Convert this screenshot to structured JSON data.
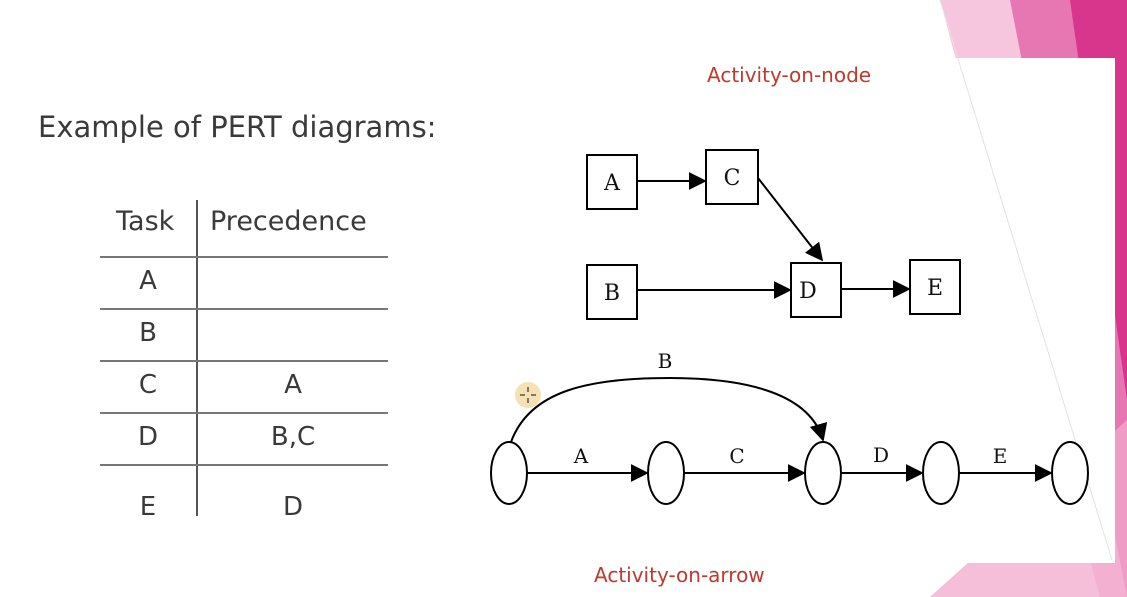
{
  "slide": {
    "heading": "Example of PERT diagrams:",
    "activity_on_node_label": "Activity-on-node",
    "activity_on_arrow_label": "Activity-on-arrow",
    "accent_colors": {
      "label_red": "#c0392b",
      "deco_pink": "#e0459a",
      "deco_pink_light": "#f3b3d3"
    }
  },
  "table": {
    "headers": [
      "Task",
      "Precedence"
    ],
    "rows": [
      {
        "task": "A",
        "precedence": ""
      },
      {
        "task": "B",
        "precedence": ""
      },
      {
        "task": "C",
        "precedence": "A"
      },
      {
        "task": "D",
        "precedence": "B,C"
      },
      {
        "task": "E",
        "precedence": "D"
      }
    ]
  },
  "activity_on_node": {
    "nodes": [
      "A",
      "B",
      "C",
      "D",
      "E"
    ],
    "edges": [
      [
        "A",
        "C"
      ],
      [
        "C",
        "D"
      ],
      [
        "B",
        "D"
      ],
      [
        "D",
        "E"
      ]
    ]
  },
  "activity_on_arrow": {
    "events": 5,
    "activities": [
      "A",
      "B",
      "C",
      "D",
      "E"
    ]
  },
  "cursor_icon": "crosshair-cursor-icon"
}
